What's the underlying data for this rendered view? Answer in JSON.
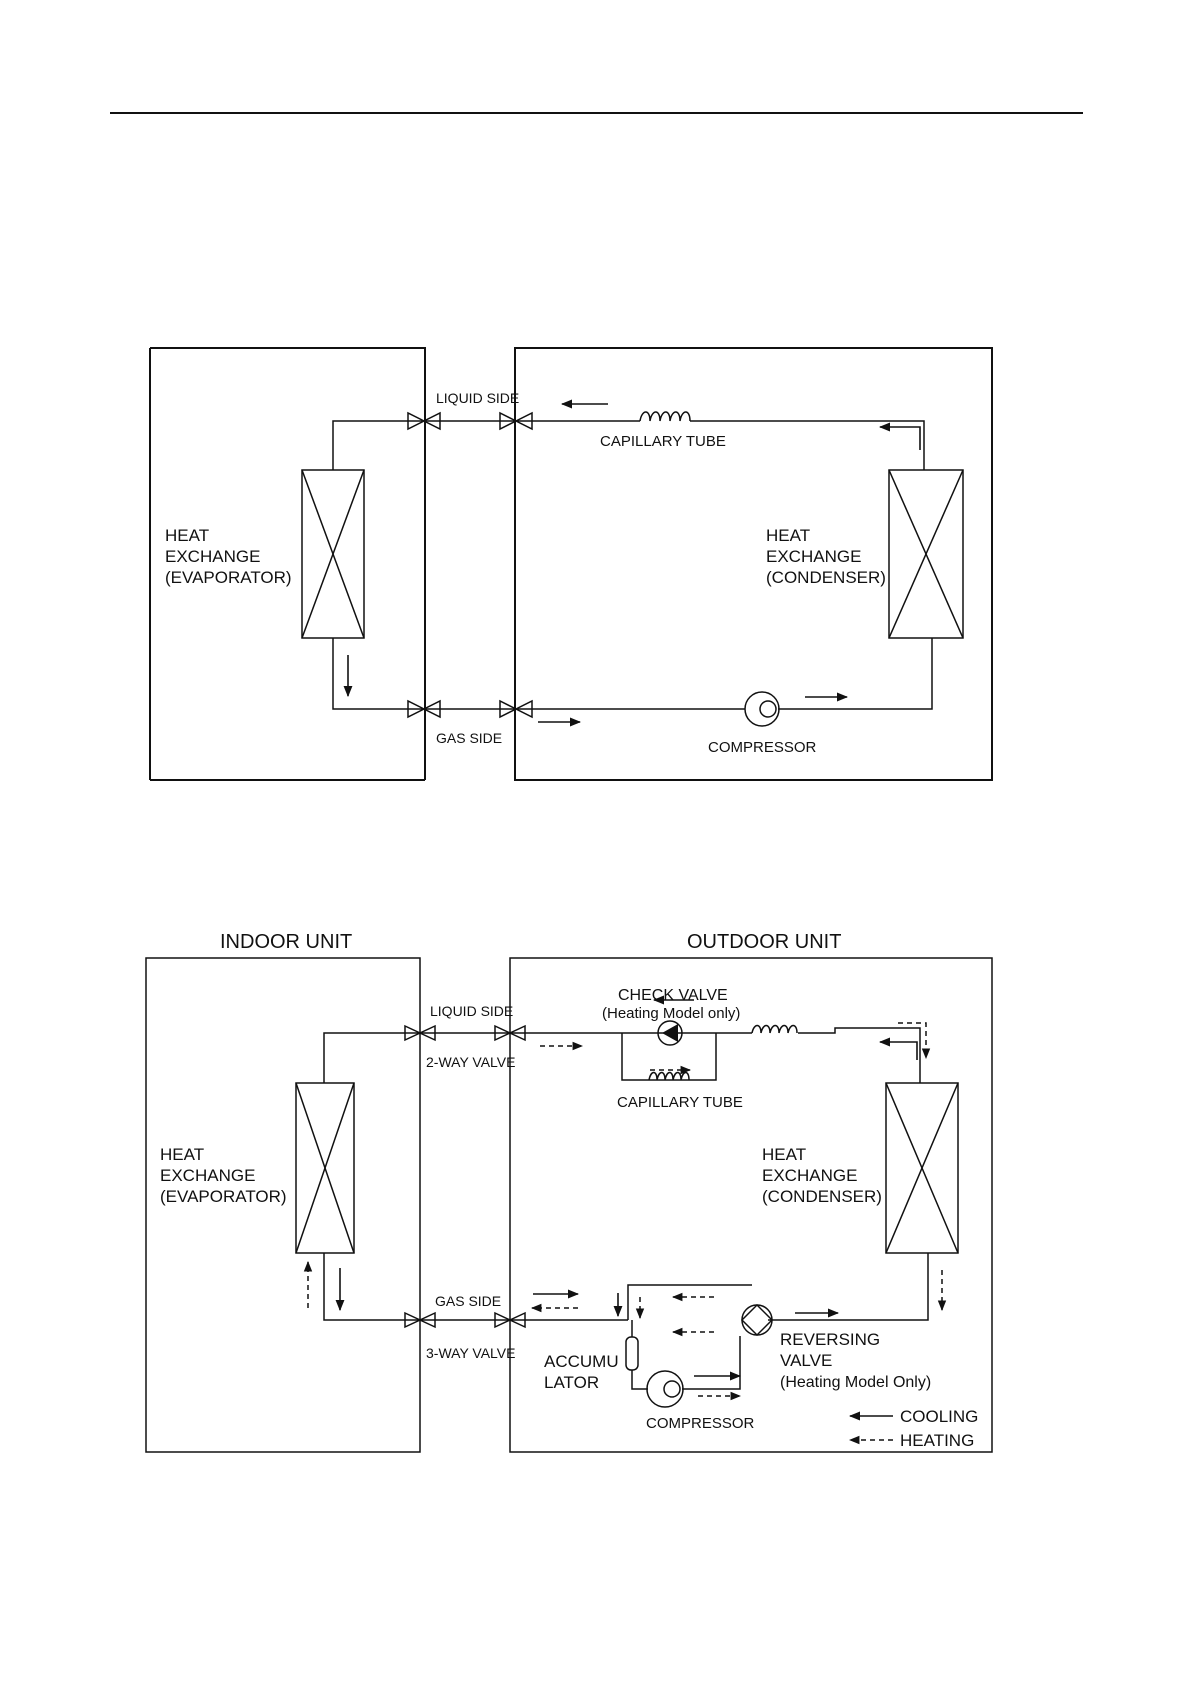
{
  "diagram1": {
    "labels": {
      "liquid_side": "LIQUID SIDE",
      "gas_side": "GAS SIDE",
      "capillary_tube": "CAPILLARY TUBE",
      "compressor": "COMPRESSOR",
      "evap_line1": "HEAT",
      "evap_line2": "EXCHANGE",
      "evap_line3": "(EVAPORATOR)",
      "cond_line1": "HEAT",
      "cond_line2": "EXCHANGE",
      "cond_line3": "(CONDENSER)"
    }
  },
  "diagram2": {
    "labels": {
      "indoor_unit": "INDOOR UNIT",
      "outdoor_unit": "OUTDOOR UNIT",
      "liquid_side": "LIQUID SIDE",
      "two_way_valve": "2-WAY VALVE",
      "gas_side": "GAS SIDE",
      "three_way_valve": "3-WAY VALVE",
      "check_valve": "CHECK VALVE",
      "check_valve_note": "(Heating Model only)",
      "capillary_tube": "CAPILLARY TUBE",
      "evap_line1": "HEAT",
      "evap_line2": "EXCHANGE",
      "evap_line3": "(EVAPORATOR)",
      "cond_line1": "HEAT",
      "cond_line2": "EXCHANGE",
      "cond_line3": "(CONDENSER)",
      "accumulator_line1": "ACCUMU",
      "accumulator_line2": "LATOR",
      "compressor": "COMPRESSOR",
      "reversing_line1": "REVERSING",
      "reversing_line2": "VALVE",
      "reversing_note": "(Heating Model Only)"
    },
    "legend": {
      "cooling": "COOLING",
      "heating": "HEATING"
    }
  }
}
